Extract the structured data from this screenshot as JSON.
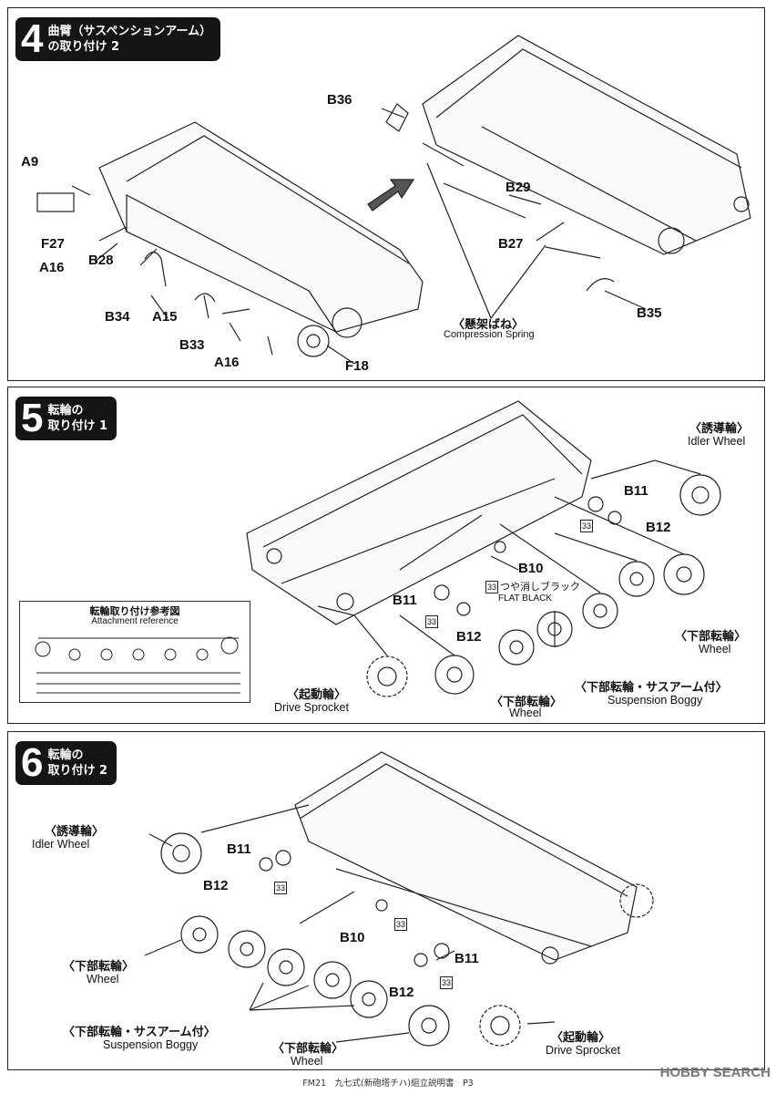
{
  "step4": {
    "num": "4",
    "title1": "曲臂（サスペンションアーム）",
    "title2": "の取り付け 2",
    "labels": {
      "a9": "A9",
      "f27": "F27",
      "a16a": "A16",
      "b28": "B28",
      "b34": "B34",
      "a15": "A15",
      "b33": "B33",
      "a16b": "A16",
      "f18": "F18",
      "b36": "B36",
      "b29": "B29",
      "b27": "B27",
      "b35": "B35"
    },
    "spring_jp": "〈懸架ばね〉",
    "spring_en": "Compression Spring"
  },
  "step5": {
    "num": "5",
    "title1": "転輪の",
    "title2": "取り付け 1",
    "idler_jp": "〈誘導輪〉",
    "idler_en": "Idler Wheel",
    "b11a": "B11",
    "b12a": "B12",
    "b10": "B10",
    "flat_jp": "つや消しブラック",
    "flat_en": "FLAT BLACK",
    "b11b": "B11",
    "b12b": "B12",
    "wheel_r_jp": "〈下部転輪〉",
    "wheel_r_en": "Wheel",
    "boggy_jp": "〈下部転輪・サスアーム付〉",
    "boggy_en": "Suspension Boggy",
    "wheel_jp": "〈下部転輪〉",
    "wheel_en": "Wheel",
    "sprocket_jp": "〈起動輪〉",
    "sprocket_en": "Drive Sprocket",
    "ref_jp": "転輪取り付け参考図",
    "ref_en": "Attachment reference",
    "c33a": "33",
    "c33b": "33",
    "c33c": "33"
  },
  "step6": {
    "num": "6",
    "title1": "転輪の",
    "title2": "取り付け 2",
    "idler_jp": "〈誘導輪〉",
    "idler_en": "Idler Wheel",
    "b11a": "B11",
    "b12a": "B12",
    "b10": "B10",
    "b11b": "B11",
    "b12b": "B12",
    "wheel_l_jp": "〈下部転輪〉",
    "wheel_l_en": "Wheel",
    "boggy_jp": "〈下部転輪・サスアーム付〉",
    "boggy_en": "Suspension Boggy",
    "wheel_jp": "〈下部転輪〉",
    "wheel_en": "Wheel",
    "sprocket_jp": "〈起動輪〉",
    "sprocket_en": "Drive Sprocket",
    "c33a": "33",
    "c33b": "33",
    "c33c": "33"
  },
  "footer": "FM21　九七式(新砲塔チハ)組立説明書　P3",
  "watermark": "HOBBY SEARCH"
}
